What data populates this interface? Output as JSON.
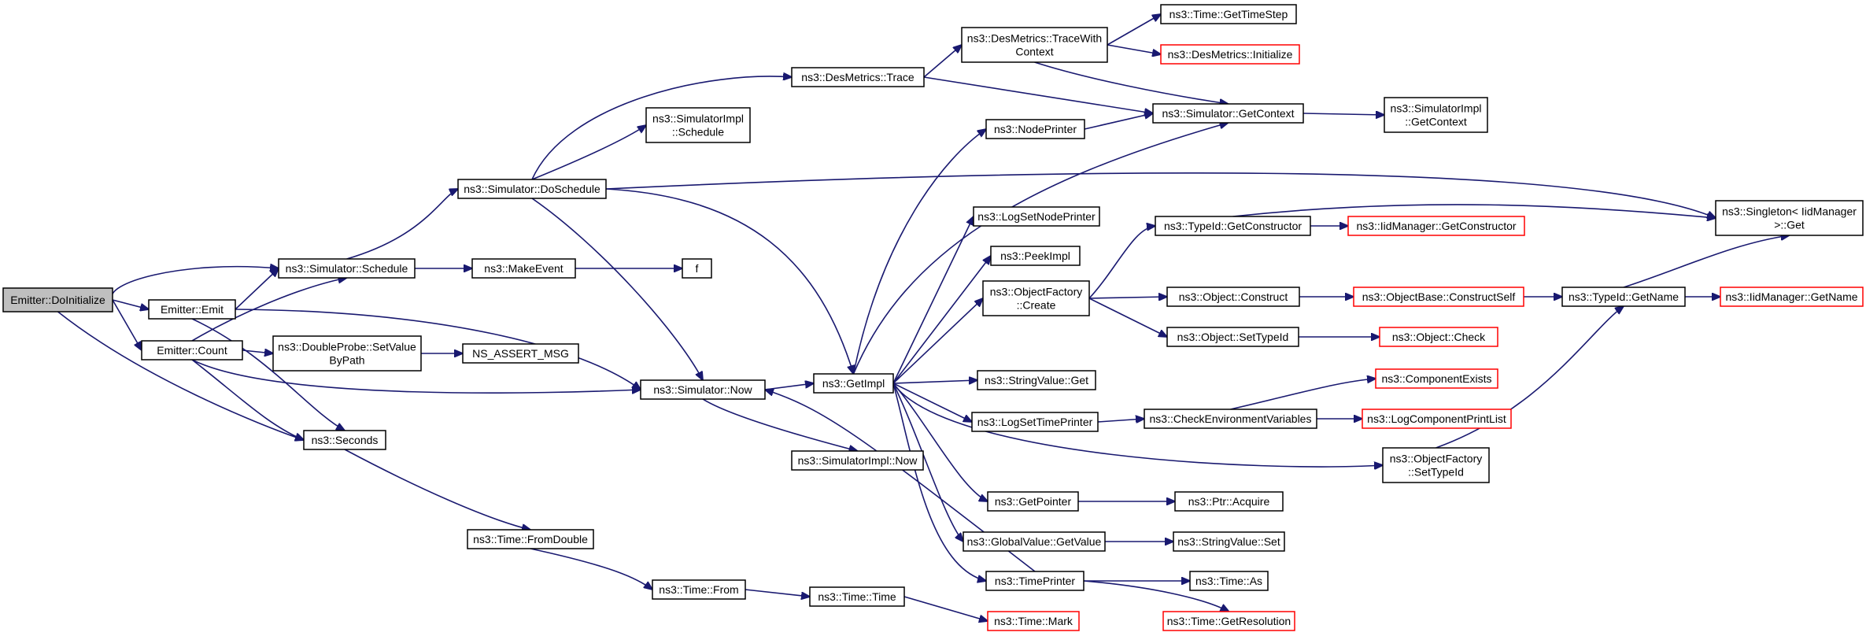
{
  "graph": {
    "edge_color": "#191970",
    "missing_color": "#ff0000",
    "root_fill": "#bfbfbf",
    "nodes": [
      {
        "id": "doinit",
        "lines": [
          "Emitter::DoInitialize"
        ],
        "root": true
      },
      {
        "id": "emit",
        "lines": [
          "Emitter::Emit"
        ]
      },
      {
        "id": "count",
        "lines": [
          "Emitter::Count"
        ]
      },
      {
        "id": "schedule",
        "lines": [
          "ns3::Simulator::Schedule"
        ]
      },
      {
        "id": "doschedule",
        "lines": [
          "ns3::Simulator::DoSchedule"
        ]
      },
      {
        "id": "makeevent",
        "lines": [
          "ns3::MakeEvent"
        ]
      },
      {
        "id": "f",
        "lines": [
          "f"
        ]
      },
      {
        "id": "dptrace",
        "lines": [
          "ns3::DoubleProbe::SetValue",
          "ByPath"
        ]
      },
      {
        "id": "nsassert",
        "lines": [
          "NS_ASSERT_MSG"
        ]
      },
      {
        "id": "seconds",
        "lines": [
          "ns3::Seconds"
        ]
      },
      {
        "id": "simnow",
        "lines": [
          "ns3::Simulator::Now"
        ]
      },
      {
        "id": "simimplsched",
        "lines": [
          "ns3::SimulatorImpl",
          "::Schedule"
        ]
      },
      {
        "id": "destrace",
        "lines": [
          "ns3::DesMetrics::Trace"
        ]
      },
      {
        "id": "destracectx",
        "lines": [
          "ns3::DesMetrics::TraceWith",
          "Context"
        ]
      },
      {
        "id": "gettimestep",
        "lines": [
          "ns3::Time::GetTimeStep"
        ]
      },
      {
        "id": "desinit",
        "lines": [
          "ns3::DesMetrics::Initialize"
        ],
        "missing": true
      },
      {
        "id": "simgetctx",
        "lines": [
          "ns3::Simulator::GetContext"
        ]
      },
      {
        "id": "simimplgetctx",
        "lines": [
          "ns3::SimulatorImpl",
          "::GetContext"
        ]
      },
      {
        "id": "nodeprinter",
        "lines": [
          "ns3::NodePrinter"
        ]
      },
      {
        "id": "singleton",
        "lines": [
          "ns3::Singleton< IidManager",
          " >::Get"
        ]
      },
      {
        "id": "getimpl",
        "lines": [
          "ns3::GetImpl"
        ]
      },
      {
        "id": "simimplnow",
        "lines": [
          "ns3::SimulatorImpl::Now"
        ]
      },
      {
        "id": "logsetnode",
        "lines": [
          "ns3::LogSetNodePrinter"
        ]
      },
      {
        "id": "peekimpl",
        "lines": [
          "ns3::PeekImpl"
        ]
      },
      {
        "id": "ofcreate",
        "lines": [
          "ns3::ObjectFactory",
          "::Create"
        ]
      },
      {
        "id": "stringget",
        "lines": [
          "ns3::StringValue::Get"
        ]
      },
      {
        "id": "logsettime",
        "lines": [
          "ns3::LogSetTimePrinter"
        ]
      },
      {
        "id": "getpointer",
        "lines": [
          "ns3::GetPointer"
        ]
      },
      {
        "id": "gvgetvalue",
        "lines": [
          "ns3::GlobalValue::GetValue"
        ]
      },
      {
        "id": "timeprinter",
        "lines": [
          "ns3::TimePrinter"
        ]
      },
      {
        "id": "typegetctor",
        "lines": [
          "ns3::TypeId::GetConstructor"
        ]
      },
      {
        "id": "iidgetctor",
        "lines": [
          "ns3::IidManager::GetConstructor"
        ],
        "missing": true
      },
      {
        "id": "objconstruct",
        "lines": [
          "ns3::Object::Construct"
        ]
      },
      {
        "id": "objbasector",
        "lines": [
          "ns3::ObjectBase::ConstructSelf"
        ],
        "missing": true
      },
      {
        "id": "typegetname",
        "lines": [
          "ns3::TypeId::GetName"
        ]
      },
      {
        "id": "iidgetname",
        "lines": [
          "ns3::IidManager::GetName"
        ],
        "missing": true
      },
      {
        "id": "objsettype",
        "lines": [
          "ns3::Object::SetTypeId"
        ]
      },
      {
        "id": "objcheck",
        "lines": [
          "ns3::Object::Check"
        ],
        "missing": true
      },
      {
        "id": "checkenv",
        "lines": [
          "ns3::CheckEnvironmentVariables"
        ]
      },
      {
        "id": "compexists",
        "lines": [
          "ns3::ComponentExists"
        ],
        "missing": true
      },
      {
        "id": "logcomplist",
        "lines": [
          "ns3::LogComponentPrintList"
        ],
        "missing": true
      },
      {
        "id": "ofsettype",
        "lines": [
          "ns3::ObjectFactory",
          "::SetTypeId"
        ]
      },
      {
        "id": "ptracquire",
        "lines": [
          "ns3::Ptr::Acquire"
        ]
      },
      {
        "id": "stringset",
        "lines": [
          "ns3::StringValue::Set"
        ]
      },
      {
        "id": "timeas",
        "lines": [
          "ns3::Time::As"
        ]
      },
      {
        "id": "getres",
        "lines": [
          "ns3::Time::GetResolution"
        ],
        "missing": true
      },
      {
        "id": "fromdouble",
        "lines": [
          "ns3::Time::FromDouble"
        ]
      },
      {
        "id": "timefrom",
        "lines": [
          "ns3::Time::From"
        ]
      },
      {
        "id": "timetime",
        "lines": [
          "ns3::Time::Time"
        ]
      },
      {
        "id": "timemark",
        "lines": [
          "ns3::Time::Mark"
        ],
        "missing": true
      }
    ]
  }
}
